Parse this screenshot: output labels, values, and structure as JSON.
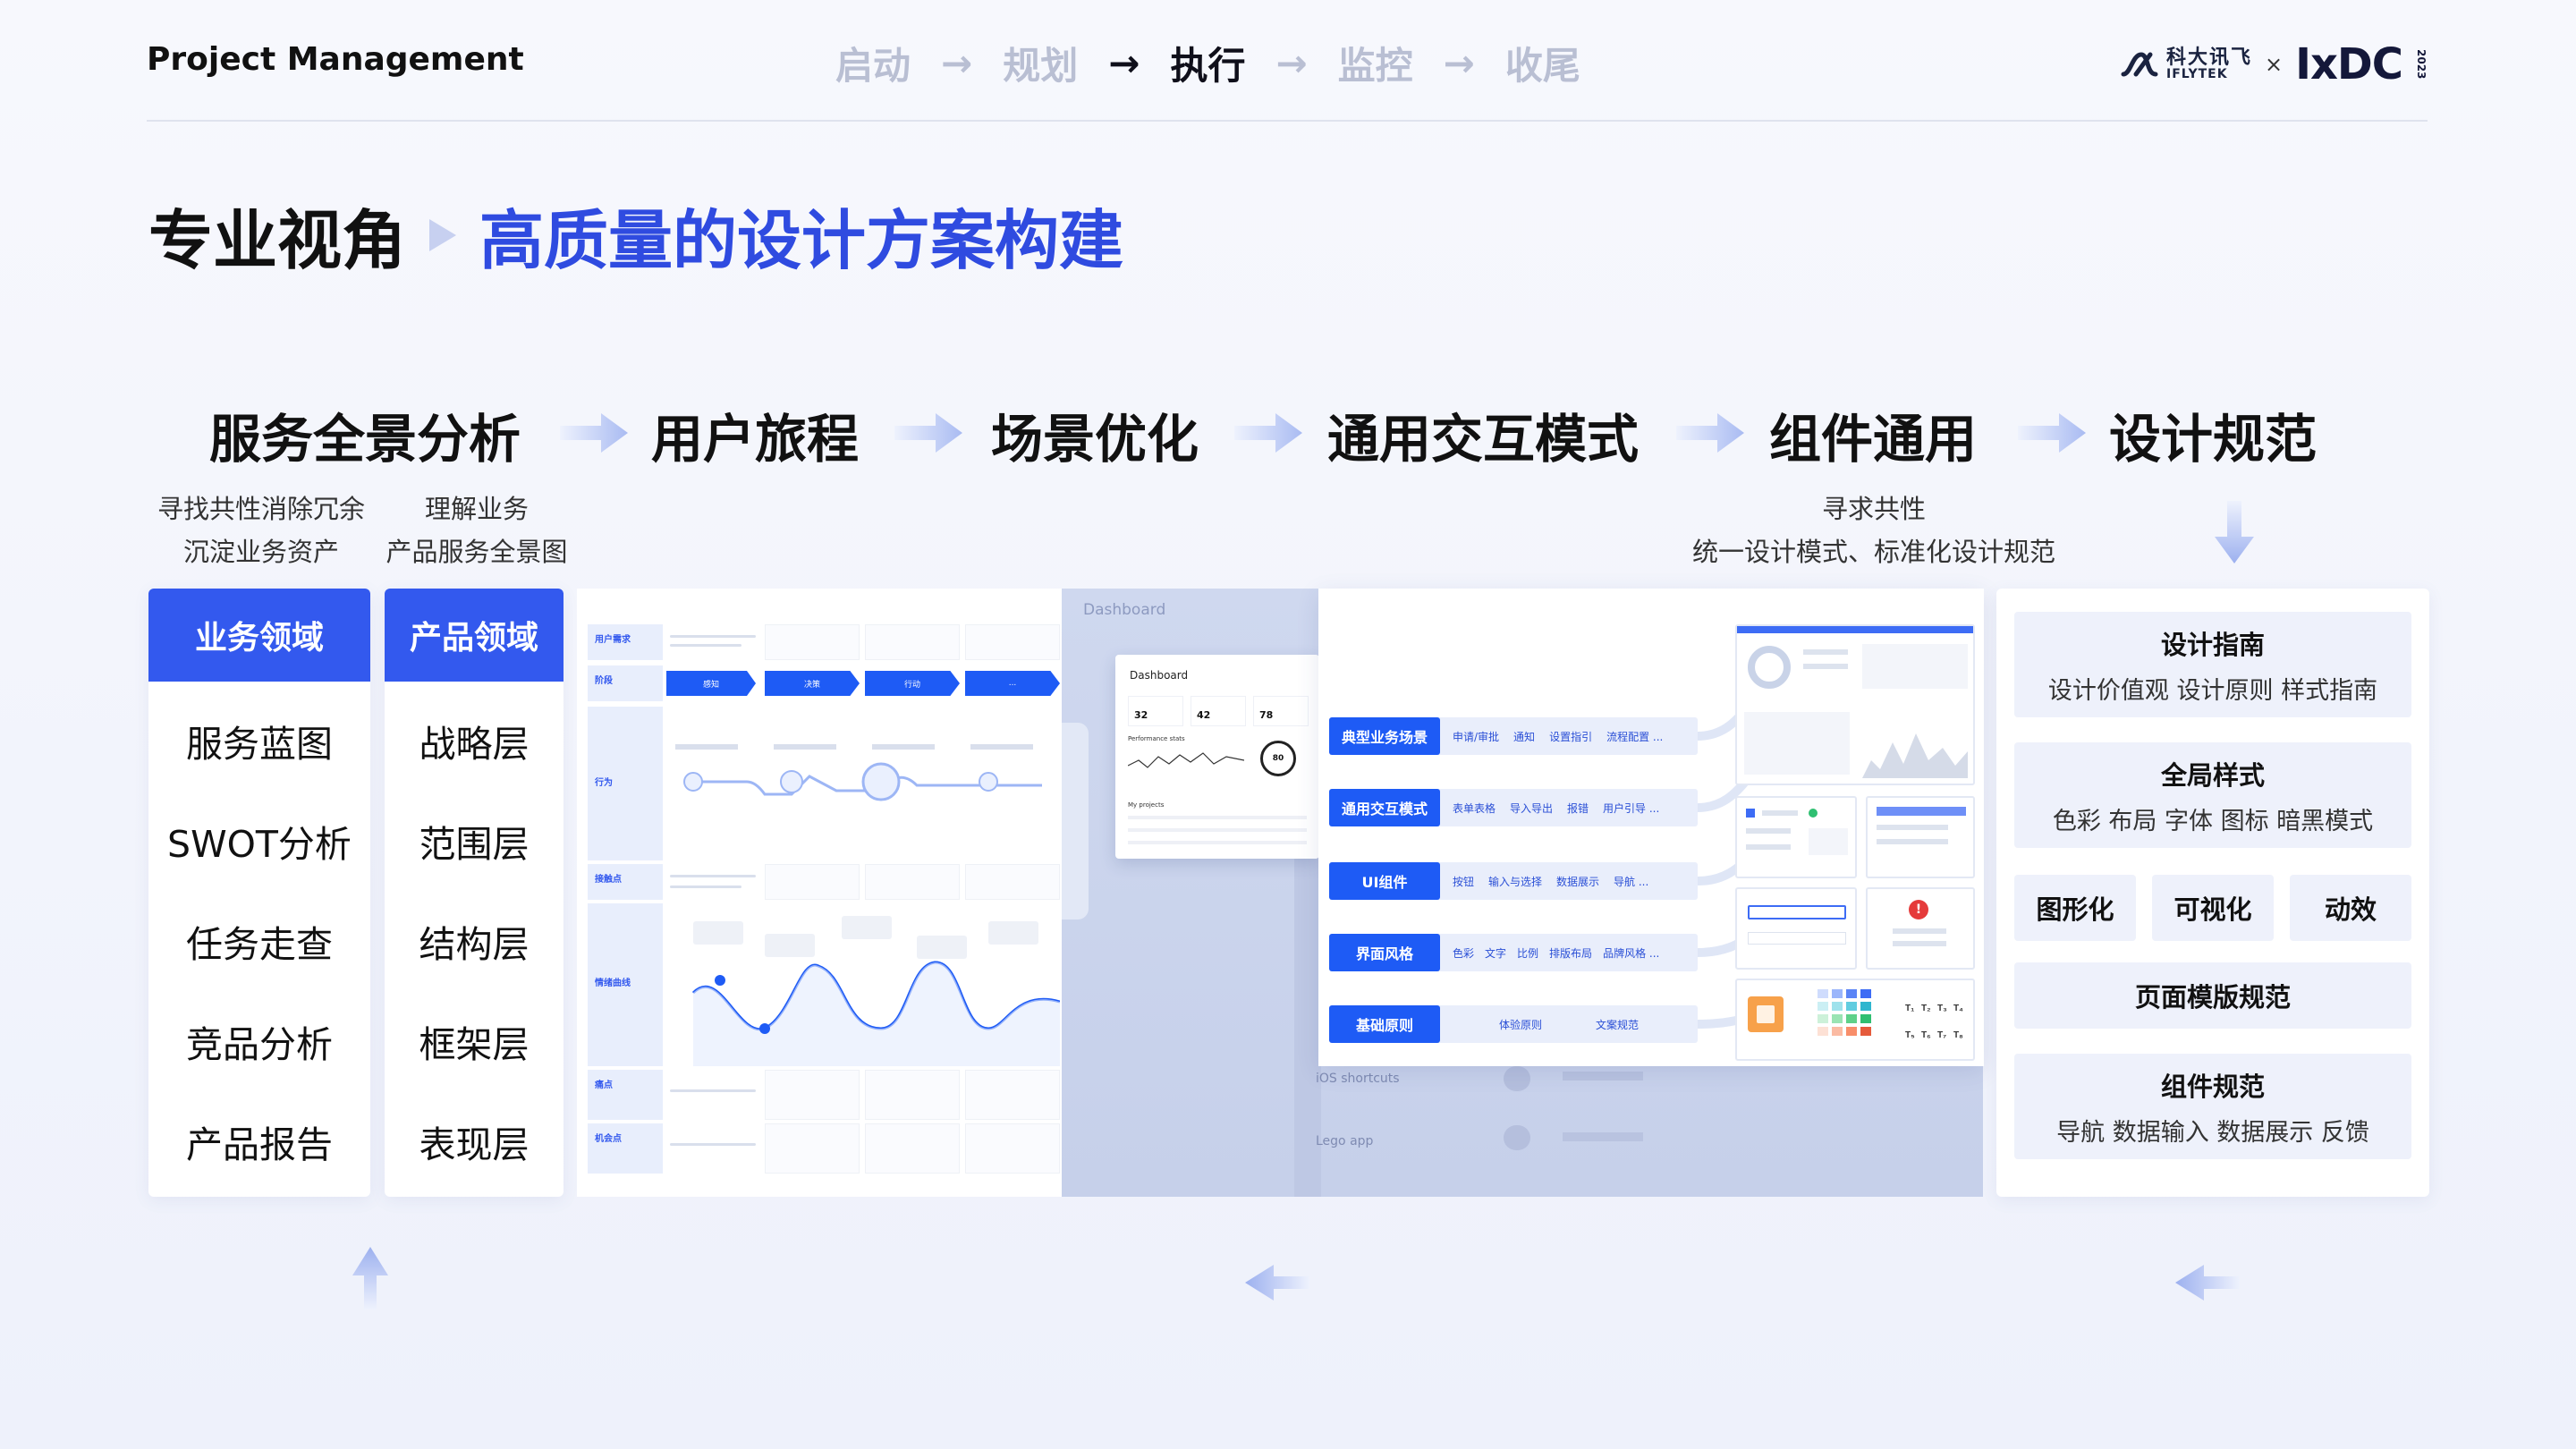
{
  "header": {
    "brand": "Project Management",
    "phases": [
      "启动",
      "规划",
      "执行",
      "监控",
      "收尾"
    ],
    "active_phase_index": 2,
    "logo_iflytek_cn": "科大讯飞",
    "logo_iflytek_en": "IFLYTEK",
    "logo_times": "×",
    "logo_ixdc": "IxDC",
    "logo_year": "2023"
  },
  "title": {
    "main": "专业视角",
    "sub": "高质量的设计方案构建"
  },
  "flow": {
    "steps": [
      "服务全景分析",
      "用户旅程",
      "场景优化",
      "通用交互模式",
      "组件通用",
      "设计规范"
    ],
    "desc_left": [
      "寻找共性消除冗余",
      "沉淀业务资产"
    ],
    "desc_mid": [
      "理解业务",
      "产品服务全景图"
    ],
    "desc_right": [
      "寻求共性",
      "统一设计模式、标准化设计规范"
    ]
  },
  "business_col": {
    "header": "业务领域",
    "items": [
      "服务蓝图",
      "SWOT分析",
      "任务走查",
      "竞品分析",
      "产品报告"
    ]
  },
  "product_col": {
    "header": "产品领域",
    "items": [
      "战略层",
      "范围层",
      "结构层",
      "框架层",
      "表现层"
    ]
  },
  "journey": {
    "labels": [
      "用户需求",
      "阶段",
      "行为",
      "接触点",
      "情绪曲线",
      "痛点",
      "机会点"
    ],
    "stages": [
      "感知",
      "决策",
      "行动",
      "..."
    ]
  },
  "scene": {
    "dashboard_title": "Dashboard",
    "card_title": "Dashboard",
    "stats": [
      "32",
      "42",
      "78"
    ],
    "performance": "Performance stats",
    "gauge": "80",
    "projects": "My projects",
    "bg_items": [
      "iOS shortcuts",
      "Lego app"
    ]
  },
  "patterns": {
    "rows": [
      {
        "tag": "典型业务场景",
        "items": [
          "申请/审批",
          "通知",
          "设置指引",
          "流程配置 ..."
        ]
      },
      {
        "tag": "通用交互模式",
        "items": [
          "表单表格",
          "导入导出",
          "报错",
          "用户引导 ..."
        ]
      },
      {
        "tag": "UI组件",
        "items": [
          "按钮",
          "输入与选择",
          "数据展示",
          "导航 ..."
        ]
      },
      {
        "tag": "界面风格",
        "items": [
          "色彩",
          "文字",
          "比例",
          "排版布局",
          "品牌风格 ..."
        ]
      },
      {
        "tag": "基础原则",
        "items": [
          "体验原则",
          "文案规范"
        ]
      }
    ]
  },
  "spec": {
    "guide_title": "设计指南",
    "guide_sub": "设计价值观 设计原则 样式指南",
    "global_title": "全局样式",
    "global_sub": "色彩 布局 字体 图标 暗黑模式",
    "small": [
      "图形化",
      "可视化",
      "动效"
    ],
    "template": "页面模版规范",
    "component_title": "组件规范",
    "component_sub": "导航 数据输入 数据展示 反馈"
  },
  "colors": {
    "accent": "#3359ee",
    "primary_blue": "#1e5bf5",
    "title_blue": "#2f4be0",
    "arrow_light": "#c7d0f0"
  }
}
